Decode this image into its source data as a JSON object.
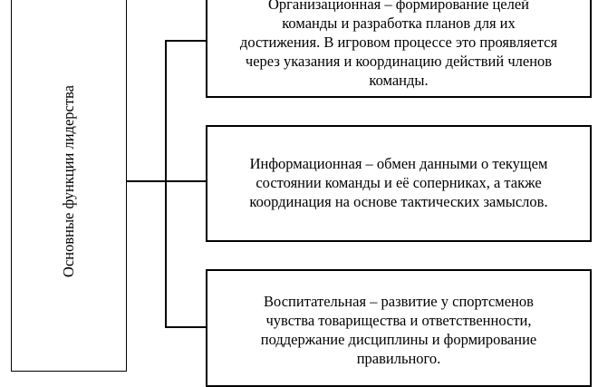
{
  "main_label": "Основные функции лидерства",
  "functions": [
    {
      "lines": [
        "Организационная – формирование целей",
        "команды и разработка планов для их",
        "достижения. В игровом процессе это проявляется",
        "через указания и координацию действий членов",
        "команды."
      ]
    },
    {
      "lines": [
        "Информационная – обмен данными о текущем",
        "состоянии команды и её соперниках, а также",
        "координация на основе тактических замыслов."
      ]
    },
    {
      "lines": [
        "Воспитательная – развитие у спортсменов",
        "чувства товарищества и ответственности,",
        "поддержание дисциплины и формирование",
        "правильного."
      ]
    }
  ]
}
